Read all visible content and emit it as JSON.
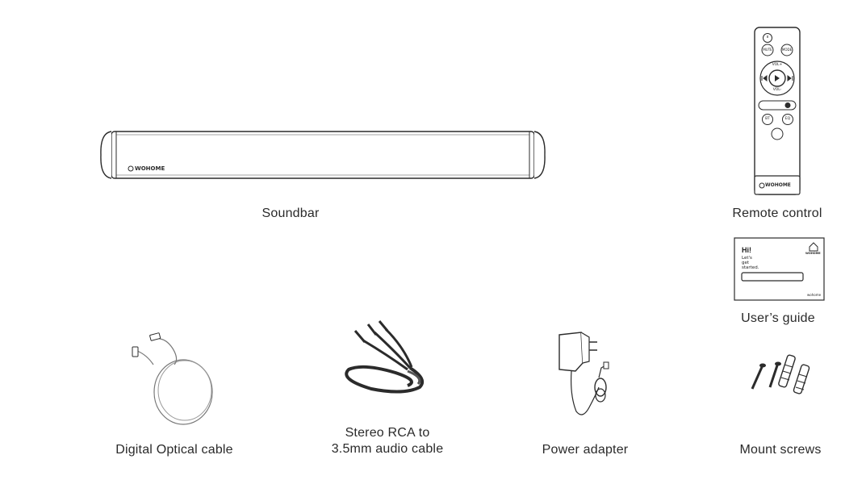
{
  "items": {
    "soundbar": {
      "label": "Soundbar",
      "brand": "WOHOME"
    },
    "remote": {
      "label": "Remote control",
      "brand": "WOHOME",
      "buttons": {
        "mute": "MUTE",
        "mode": "MODE",
        "vol_up": "VOL+",
        "vol_down": "VOL-",
        "bt": "BT",
        "eq": "EQ"
      }
    },
    "guide": {
      "label": "User’s guide",
      "title": "Hi!",
      "subtitle": "Let's get started.",
      "brand": "WOHOME",
      "footer": "wohome"
    },
    "optical": {
      "label": "Digital Optical cable"
    },
    "rca": {
      "label_line1": "Stereo RCA to",
      "label_line2": "3.5mm audio cable"
    },
    "adapter": {
      "label": "Power adapter"
    },
    "screws": {
      "label": "Mount screws"
    }
  },
  "colors": {
    "line": "#2b2b2b",
    "text": "#2a2a2a",
    "background": "#ffffff"
  }
}
